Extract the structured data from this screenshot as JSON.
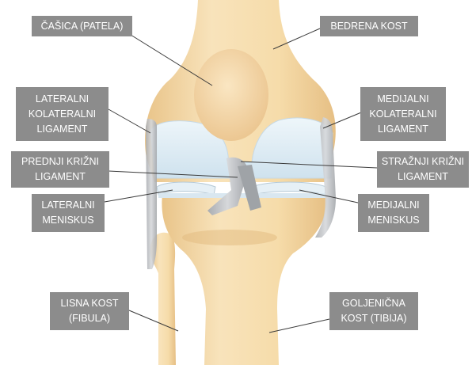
{
  "labels": {
    "casica": [
      "ČAŠICA (PATELA)"
    ],
    "bedrena": [
      "BEDRENA KOST"
    ],
    "lat_kol": [
      "LATERALNI",
      "KOLATERALNI",
      "LIGAMENT"
    ],
    "med_kol": [
      "MEDIJALNI",
      "KOLATERALNI",
      "LIGAMENT"
    ],
    "prednji": [
      "PREDNJI KRIŽNI",
      "LIGAMENT"
    ],
    "straznji": [
      "STRAŽNJI KRIŽNI",
      "LIGAMENT"
    ],
    "lat_men": [
      "LATERALNI",
      "MENISKUS"
    ],
    "med_men": [
      "MEDIJALNI",
      "MENISKUS"
    ],
    "lisna": [
      "LISNA KOST",
      "(FIBULA)"
    ],
    "goljenicna": [
      "GOLJENIČNA",
      "KOST (TIBIJA)"
    ]
  },
  "colors": {
    "label_bg": "#8c8c8c",
    "label_text": "#ffffff",
    "bone": "#f3d9a8",
    "cartilage": "#dfeef6",
    "ligament": "#b9bcc0",
    "leader": "#3a3a3a"
  }
}
